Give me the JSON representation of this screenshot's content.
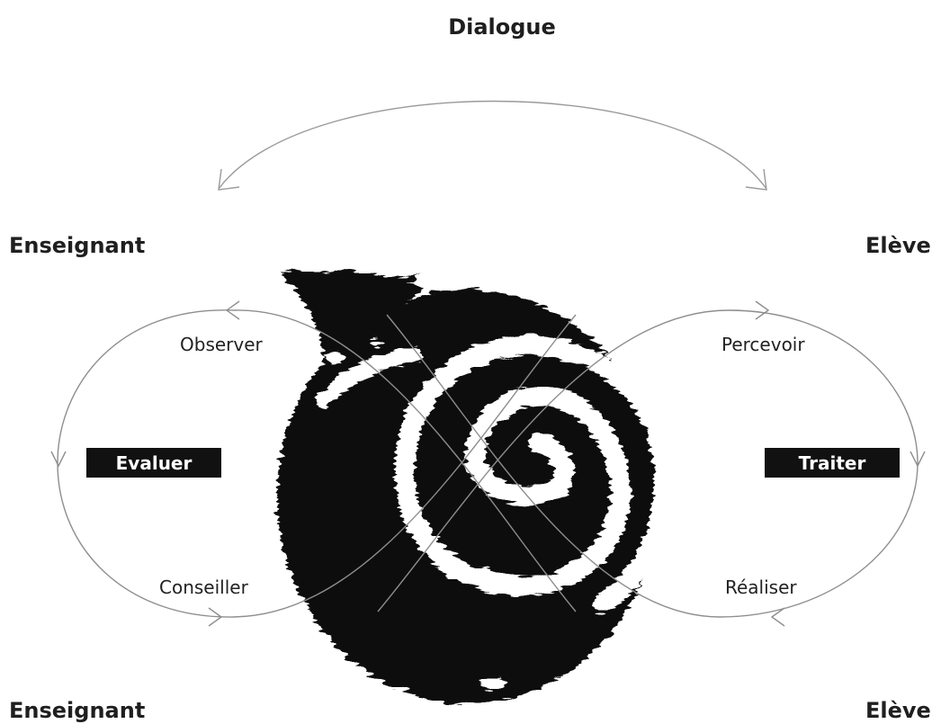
{
  "diagram": {
    "title": "Dialogue",
    "left_top_label": "Enseignant",
    "right_top_label": "Elève",
    "left_bottom_label": "Enseignant",
    "right_bottom_label": "Elève",
    "left_loop": {
      "top_step": "Observer",
      "box_label": "Evaluer",
      "bottom_step": "Conseiller"
    },
    "right_loop": {
      "top_step": "Percevoir",
      "box_label": "Traiter",
      "bottom_step": "Réaliser"
    },
    "colors": {
      "ink": "#111111",
      "line": "#9a9a9a",
      "box_fill": "#111111",
      "box_text": "#ffffff"
    }
  }
}
